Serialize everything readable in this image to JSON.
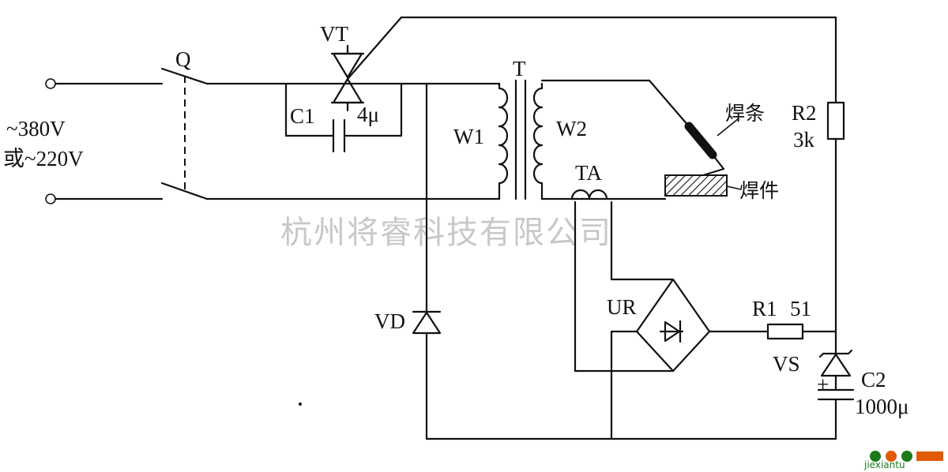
{
  "diagram": {
    "supply": {
      "line1": "~380V",
      "line2": "或~220V"
    },
    "labels": {
      "switch": "Q",
      "thyristor": "VT",
      "c1": "C1",
      "c1_value": "4μ",
      "transformer": "T",
      "primary": "W1",
      "secondary": "W2",
      "current_transformer": "TA",
      "electrode": "焊条",
      "workpiece": "焊件",
      "r2": "R2",
      "r2_value": "3k",
      "diode": "VD",
      "bridge": "UR",
      "r1": "R1",
      "r1_value": "51",
      "zener": "VS",
      "c2": "C2",
      "c2_value": "1000μ",
      "c2_plus": "+"
    },
    "watermark": "杭州将睿科技有限公司",
    "logo": {
      "text": "jiexiantu",
      "accent": "#e05a00",
      "brand": "#1a7a1a"
    }
  }
}
